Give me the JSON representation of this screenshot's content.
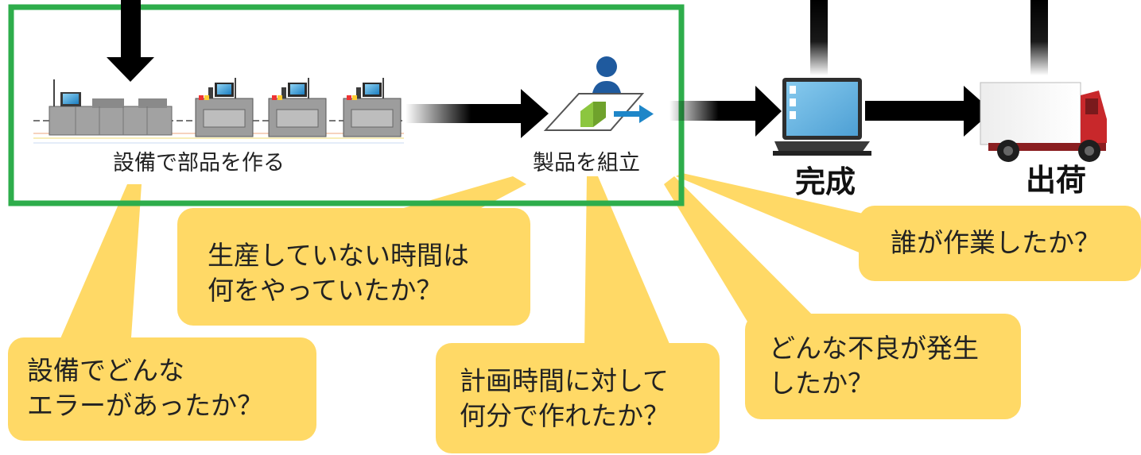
{
  "stages": {
    "make_parts": "設備で部品を作る",
    "assemble": "製品を組立"
  },
  "milestones": {
    "complete": "完成",
    "ship": "出荷"
  },
  "questions": {
    "equipment_error": [
      "設備でどんな",
      "エラーがあったか？"
    ],
    "idle_time": [
      "生産していない時間は",
      "何をやっていたか？"
    ],
    "plan_vs_actual": [
      "計画時間に対して",
      "何分で作れたか？"
    ],
    "defects": [
      "どんな不良が発生",
      "したか？"
    ],
    "who_worked": [
      "誰が作業したか？"
    ]
  },
  "colors": {
    "frame_border": "#2EAD4B",
    "bubble_fill": "#FFD966",
    "arrow": "#000000",
    "machine_body": "#9D9D9D",
    "machine_screen": "#1E9FD8",
    "worker": "#1F5A9E",
    "part_box": "#8CC63F",
    "flow_arrow_small": "#1E86C8",
    "truck_cab": "#C8282B"
  },
  "icons": [
    "production-line-icon",
    "worker-icon",
    "laptop-icon",
    "delivery-truck-icon"
  ]
}
